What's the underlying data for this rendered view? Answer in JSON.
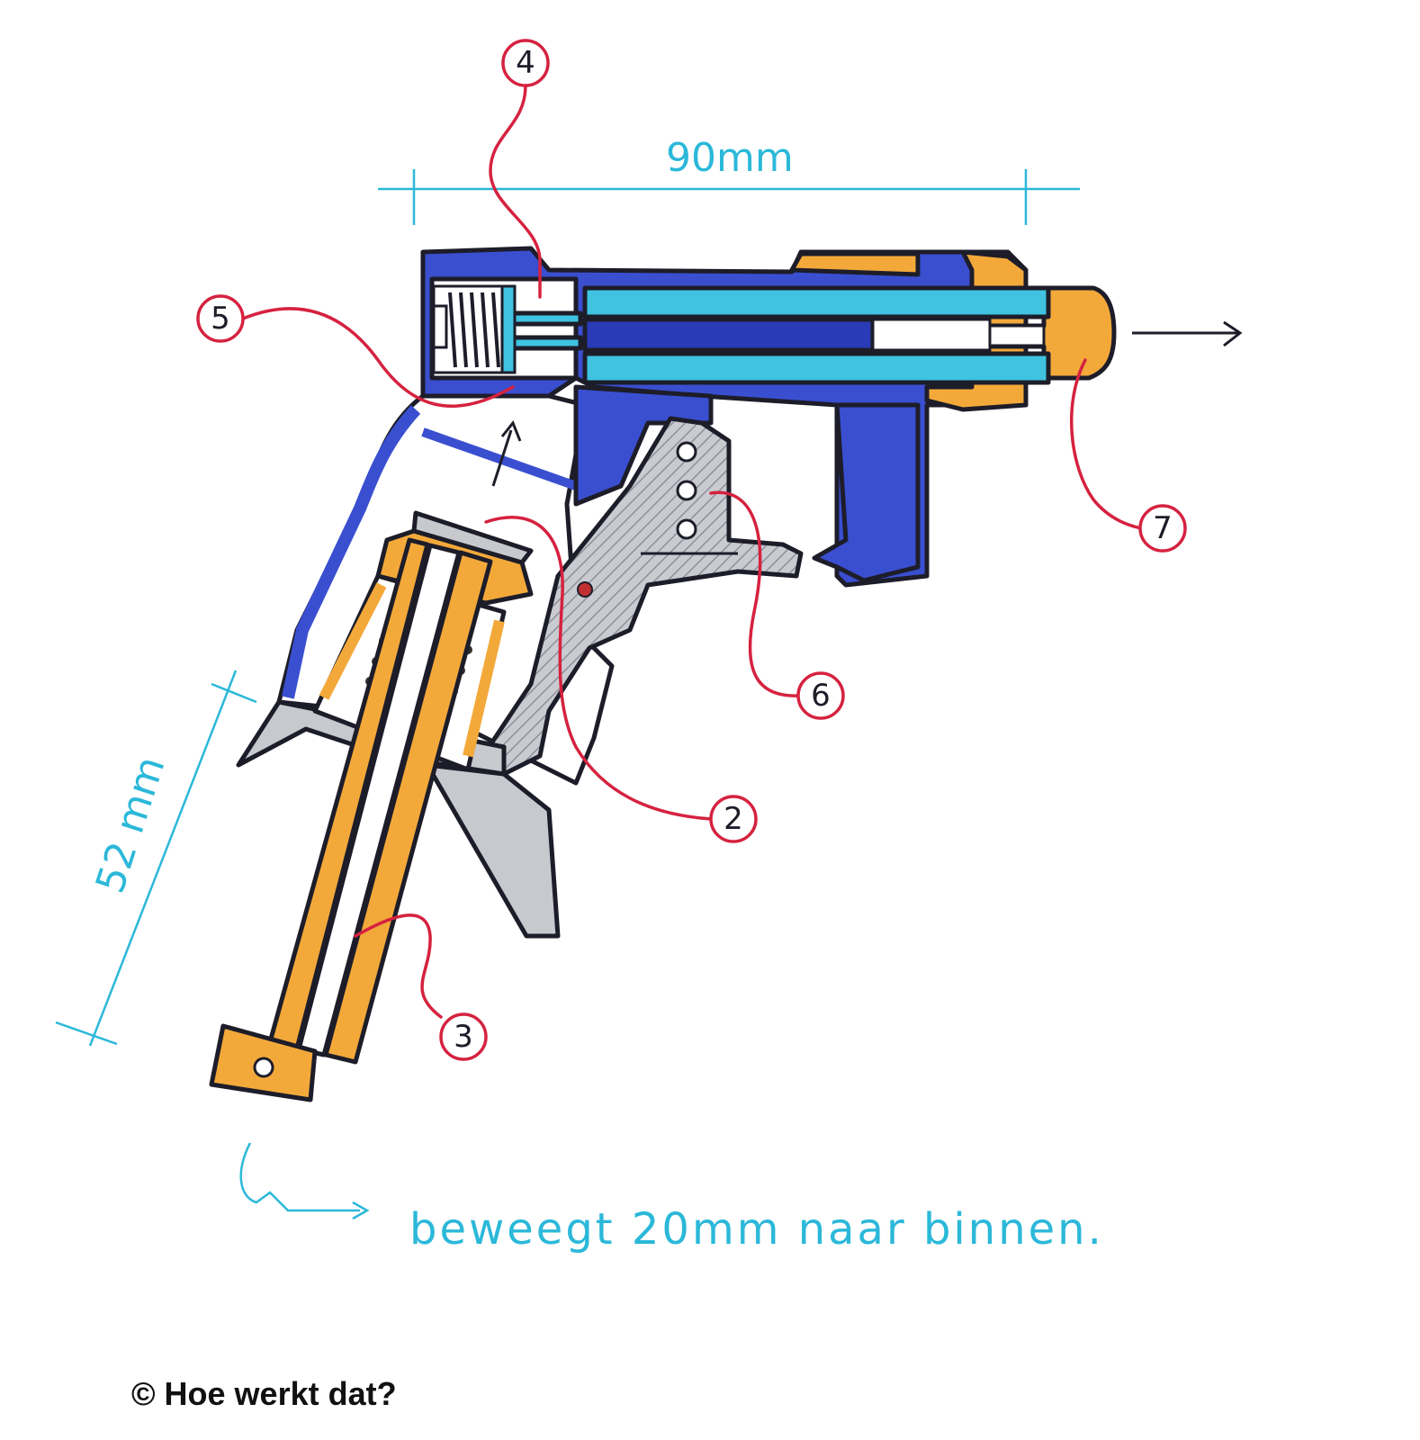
{
  "dimensions": {
    "barrel_length": "90mm",
    "handle_length": "52 mm"
  },
  "note": "beweegt 20mm naar binnen.",
  "callouts": {
    "c2": "2",
    "c3": "3",
    "c4": "4",
    "c5": "5",
    "c6": "6",
    "c7": "7"
  },
  "footer": {
    "copyright": "© Hoe werkt dat?"
  },
  "colors": {
    "body_blue": "#3a4fd0",
    "body_blue_dark": "#2a3bb8",
    "rod_cyan": "#3fc3e0",
    "orange": "#f3a93a",
    "metal_grey": "#c7c9cf",
    "callout_red": "#d5223f",
    "dimension_cyan": "#2bb8d9"
  }
}
